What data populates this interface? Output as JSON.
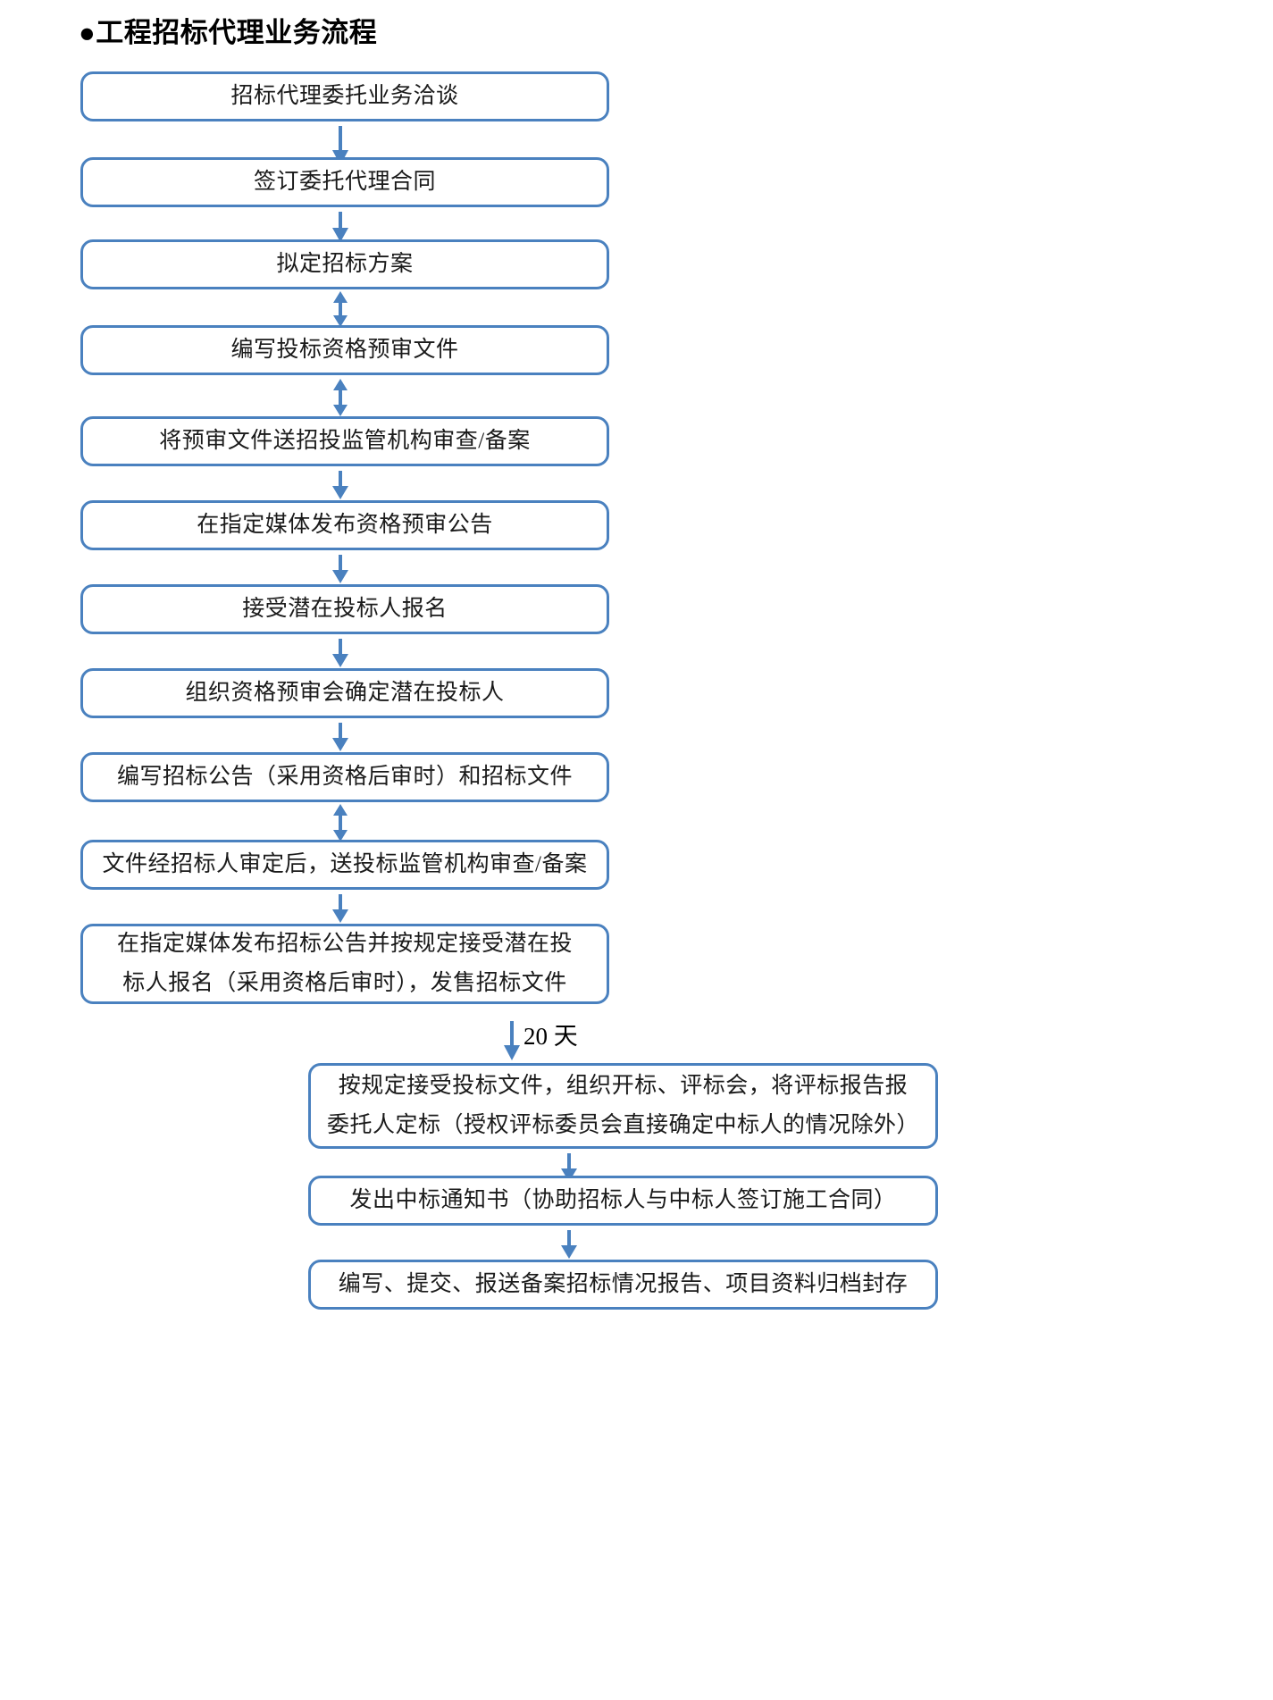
{
  "document": {
    "title_bullet": "●",
    "title": "●工程招标代理业务流程"
  },
  "flow": {
    "accent_color": "#4a81bf",
    "box_fill_color": "#ffffff",
    "text_color": "#1a1a1a",
    "nodes": [
      {
        "id": "n1",
        "label": "招标代理委托业务洽谈"
      },
      {
        "id": "n2",
        "label": "签订委托代理合同"
      },
      {
        "id": "n3",
        "label": "拟定招标方案"
      },
      {
        "id": "n4",
        "label": "编写投标资格预审文件"
      },
      {
        "id": "n5",
        "label": "将预审文件送招投监管机构审查/备案"
      },
      {
        "id": "n6",
        "label": "在指定媒体发布资格预审公告"
      },
      {
        "id": "n7",
        "label": "接受潜在投标人报名"
      },
      {
        "id": "n8",
        "label": "组织资格预审会确定潜在投标人"
      },
      {
        "id": "n9",
        "label": "编写招标公告（采用资格后审时）和招标文件"
      },
      {
        "id": "n10",
        "label": "文件经招标人审定后，送投标监管机构审查/备案"
      },
      {
        "id": "n11",
        "label": "在指定媒体发布招标公告并按规定接受潜在投\n标人报名（采用资格后审时），发售招标文件"
      },
      {
        "id": "n12",
        "label": "按规定接受投标文件，组织开标、评标会，将评标报告报\n委托人定标（授权评标委员会直接确定中标人的情况除外）"
      },
      {
        "id": "n13",
        "label": "发出中标通知书（协助招标人与中标人签订施工合同）"
      },
      {
        "id": "n14",
        "label": "编写、提交、报送备案招标情况报告、项目资料归档封存"
      }
    ],
    "connectors": [
      {
        "id": "c1",
        "from": "n1",
        "to": "n2",
        "type": "single-down"
      },
      {
        "id": "c2",
        "from": "n2",
        "to": "n3",
        "type": "single-down"
      },
      {
        "id": "c3",
        "from": "n3",
        "to": "n4",
        "type": "double-vertical"
      },
      {
        "id": "c4",
        "from": "n4",
        "to": "n5",
        "type": "double-vertical"
      },
      {
        "id": "c5",
        "from": "n5",
        "to": "n6",
        "type": "single-down"
      },
      {
        "id": "c6",
        "from": "n6",
        "to": "n7",
        "type": "single-down"
      },
      {
        "id": "c7",
        "from": "n7",
        "to": "n8",
        "type": "single-down"
      },
      {
        "id": "c8",
        "from": "n8",
        "to": "n9",
        "type": "single-down"
      },
      {
        "id": "c9",
        "from": "n9",
        "to": "n10",
        "type": "double-vertical"
      },
      {
        "id": "c10",
        "from": "n10",
        "to": "n11",
        "type": "single-down"
      },
      {
        "id": "c11",
        "from": "n11",
        "to": "n12",
        "type": "single-down",
        "label": "20 天"
      },
      {
        "id": "c12",
        "from": "n12",
        "to": "n13",
        "type": "single-down"
      },
      {
        "id": "c13",
        "from": "n13",
        "to": "n14",
        "type": "single-down"
      }
    ],
    "annotations": [
      {
        "id": "a1",
        "text": "20 天"
      }
    ]
  }
}
